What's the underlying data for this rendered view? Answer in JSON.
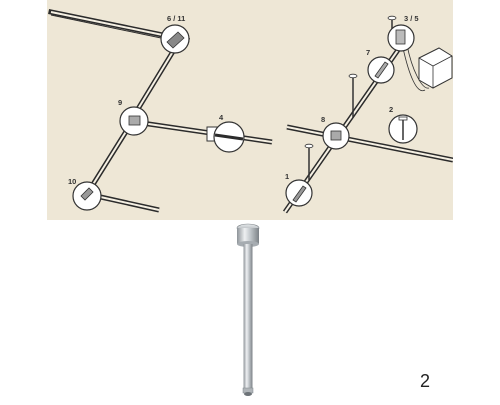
{
  "diagram": {
    "callouts": {
      "c6_11": "6 / 11",
      "c9": "9",
      "c4": "4",
      "c10": "10",
      "c3_5": "3 / 5",
      "c7": "7",
      "c8": "8",
      "c2": "2",
      "c1": "1"
    },
    "background_color": "#eee7d6",
    "rail_color": "#2b2b2b"
  },
  "figure_number": "2",
  "product": {
    "icon": "ceiling-suspension-rod-icon"
  }
}
